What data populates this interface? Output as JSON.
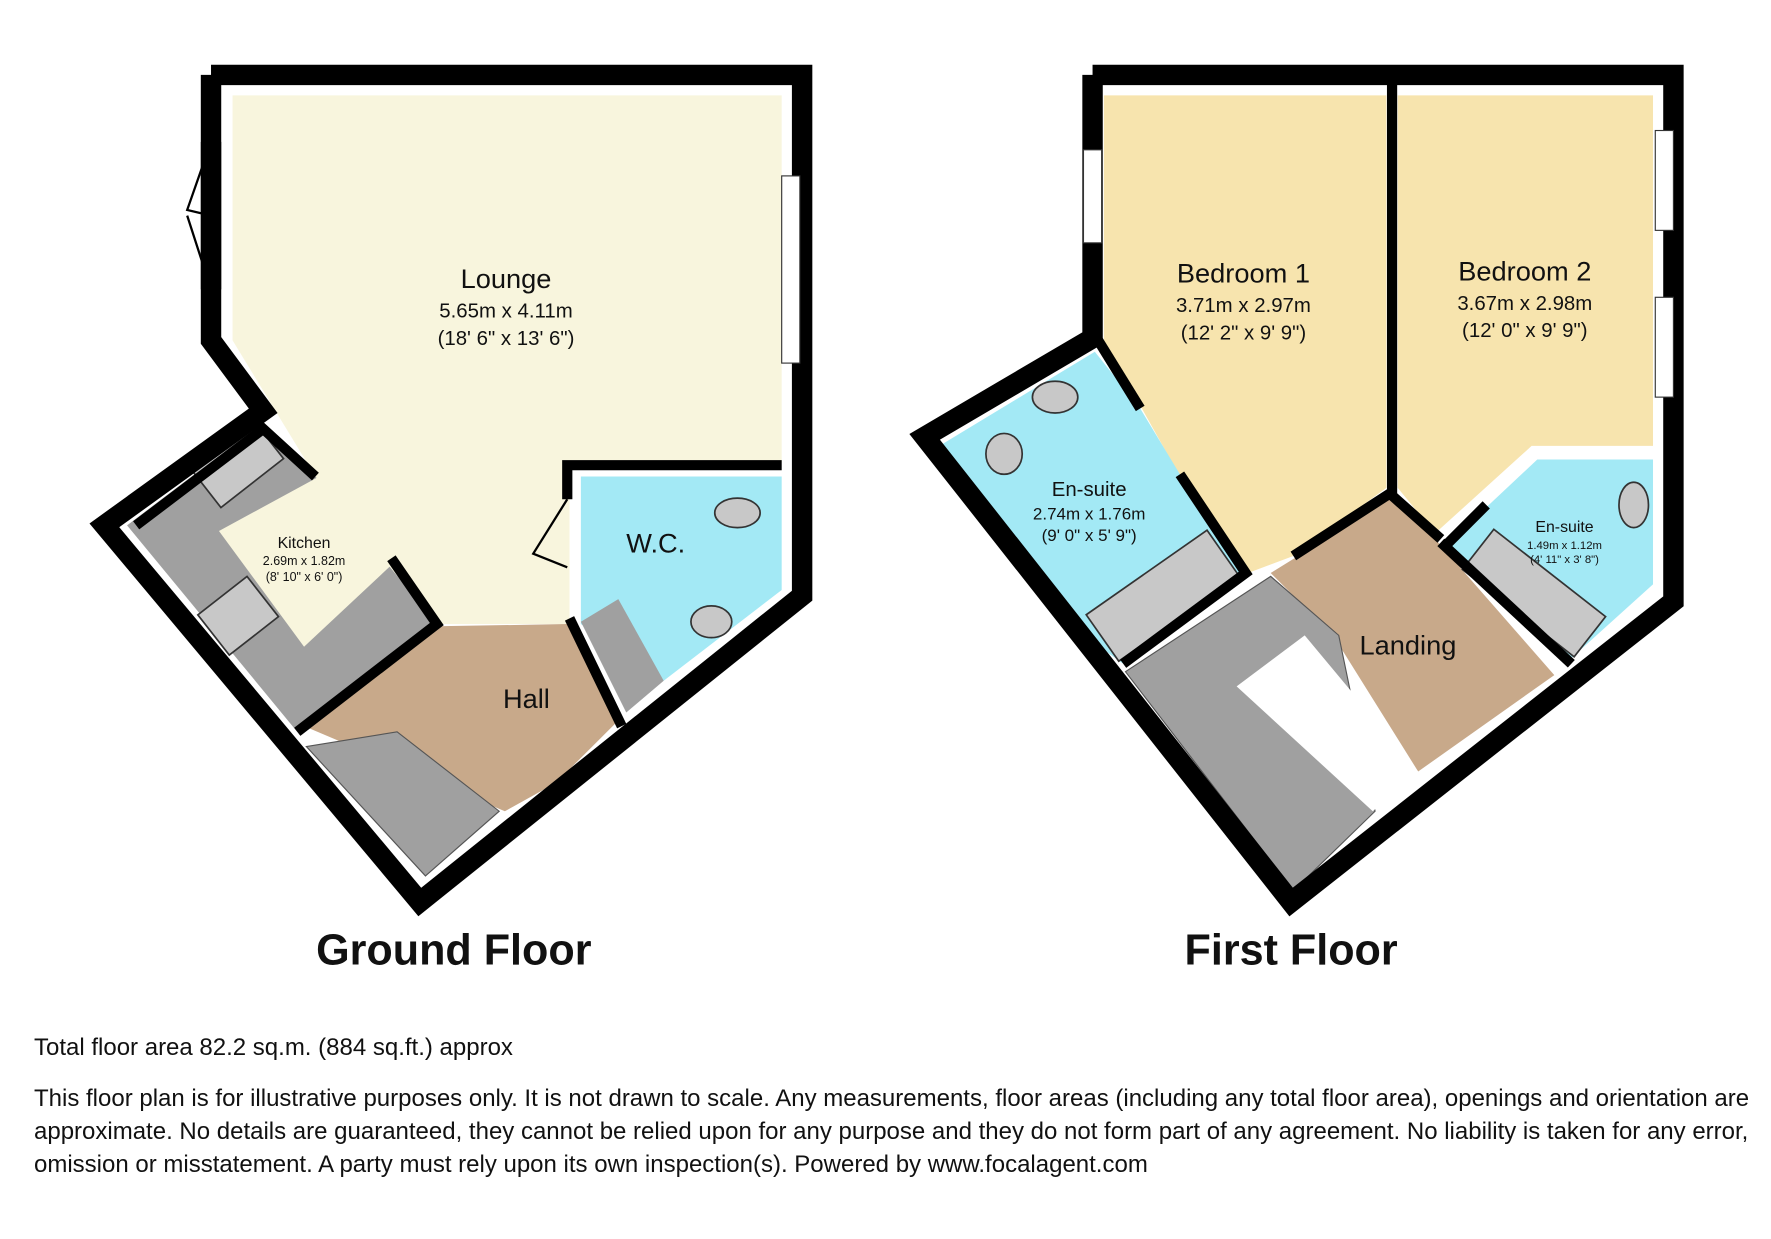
{
  "ground_floor": {
    "title": "Ground Floor",
    "rooms": [
      {
        "name": "Lounge",
        "metric": "5.65m x 4.11m",
        "imperial": "(18' 6\" x 13' 6\")"
      },
      {
        "name": "Kitchen",
        "metric": "2.69m x 1.82m",
        "imperial": "(8' 10\" x 6' 0\")"
      },
      {
        "name": "W.C."
      },
      {
        "name": "Hall"
      }
    ]
  },
  "first_floor": {
    "title": "First Floor",
    "rooms": [
      {
        "name": "Bedroom 1",
        "metric": "3.71m x 2.97m",
        "imperial": "(12' 2\" x 9' 9\")"
      },
      {
        "name": "Bedroom 2",
        "metric": "3.67m x 2.98m",
        "imperial": "(12' 0\" x 9' 9\")"
      },
      {
        "name": "En-suite",
        "metric": "2.74m x 1.76m",
        "imperial": "(9' 0\" x 5' 9\")"
      },
      {
        "name": "En-suite",
        "metric": "1.49m x 1.12m",
        "imperial": "(4' 11\" x 3' 8\")"
      },
      {
        "name": "Landing"
      }
    ]
  },
  "colors": {
    "lounge": "#f8f5dd",
    "bedroom": "#f7e4ae",
    "bathroom": "#a3e9f5",
    "hall": "#c8a98a",
    "fixtures": "#a0a0a0"
  },
  "footer": {
    "total_area": "Total floor area 82.2 sq.m. (884 sq.ft.) approx",
    "disclaimer": "This floor plan is for illustrative purposes only. It is not drawn to scale. Any measurements, floor areas (including any total floor area), openings and orientation are approximate. No details are guaranteed, they cannot be relied upon for any purpose and they do not form part of any agreement. No liability is taken for any error, omission or misstatement. A party must rely upon its own inspection(s). Powered by www.focalagent.com"
  }
}
